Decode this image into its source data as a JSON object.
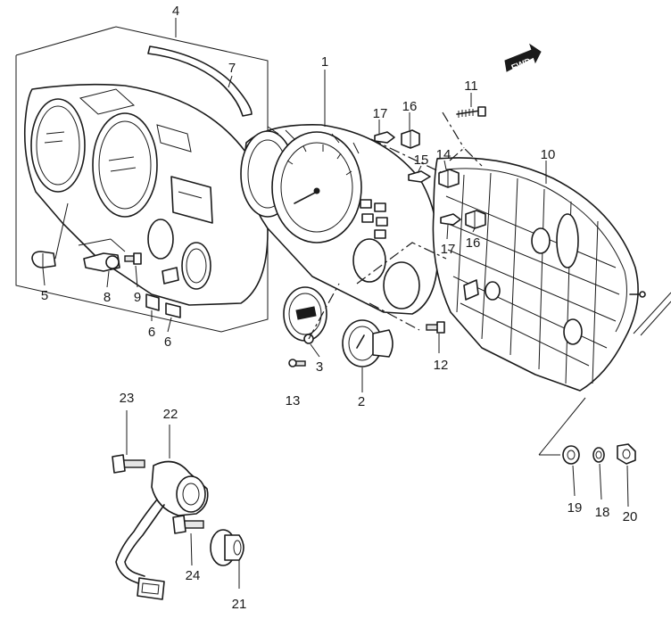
{
  "direction_badge": "FWD",
  "callouts": [
    "1",
    "2",
    "3",
    "4",
    "5",
    "6",
    "6",
    "7",
    "8",
    "9",
    "10",
    "11",
    "12",
    "13",
    "14",
    "15",
    "16",
    "16",
    "17",
    "17",
    "18",
    "19",
    "20",
    "21",
    "22",
    "23",
    "24"
  ]
}
